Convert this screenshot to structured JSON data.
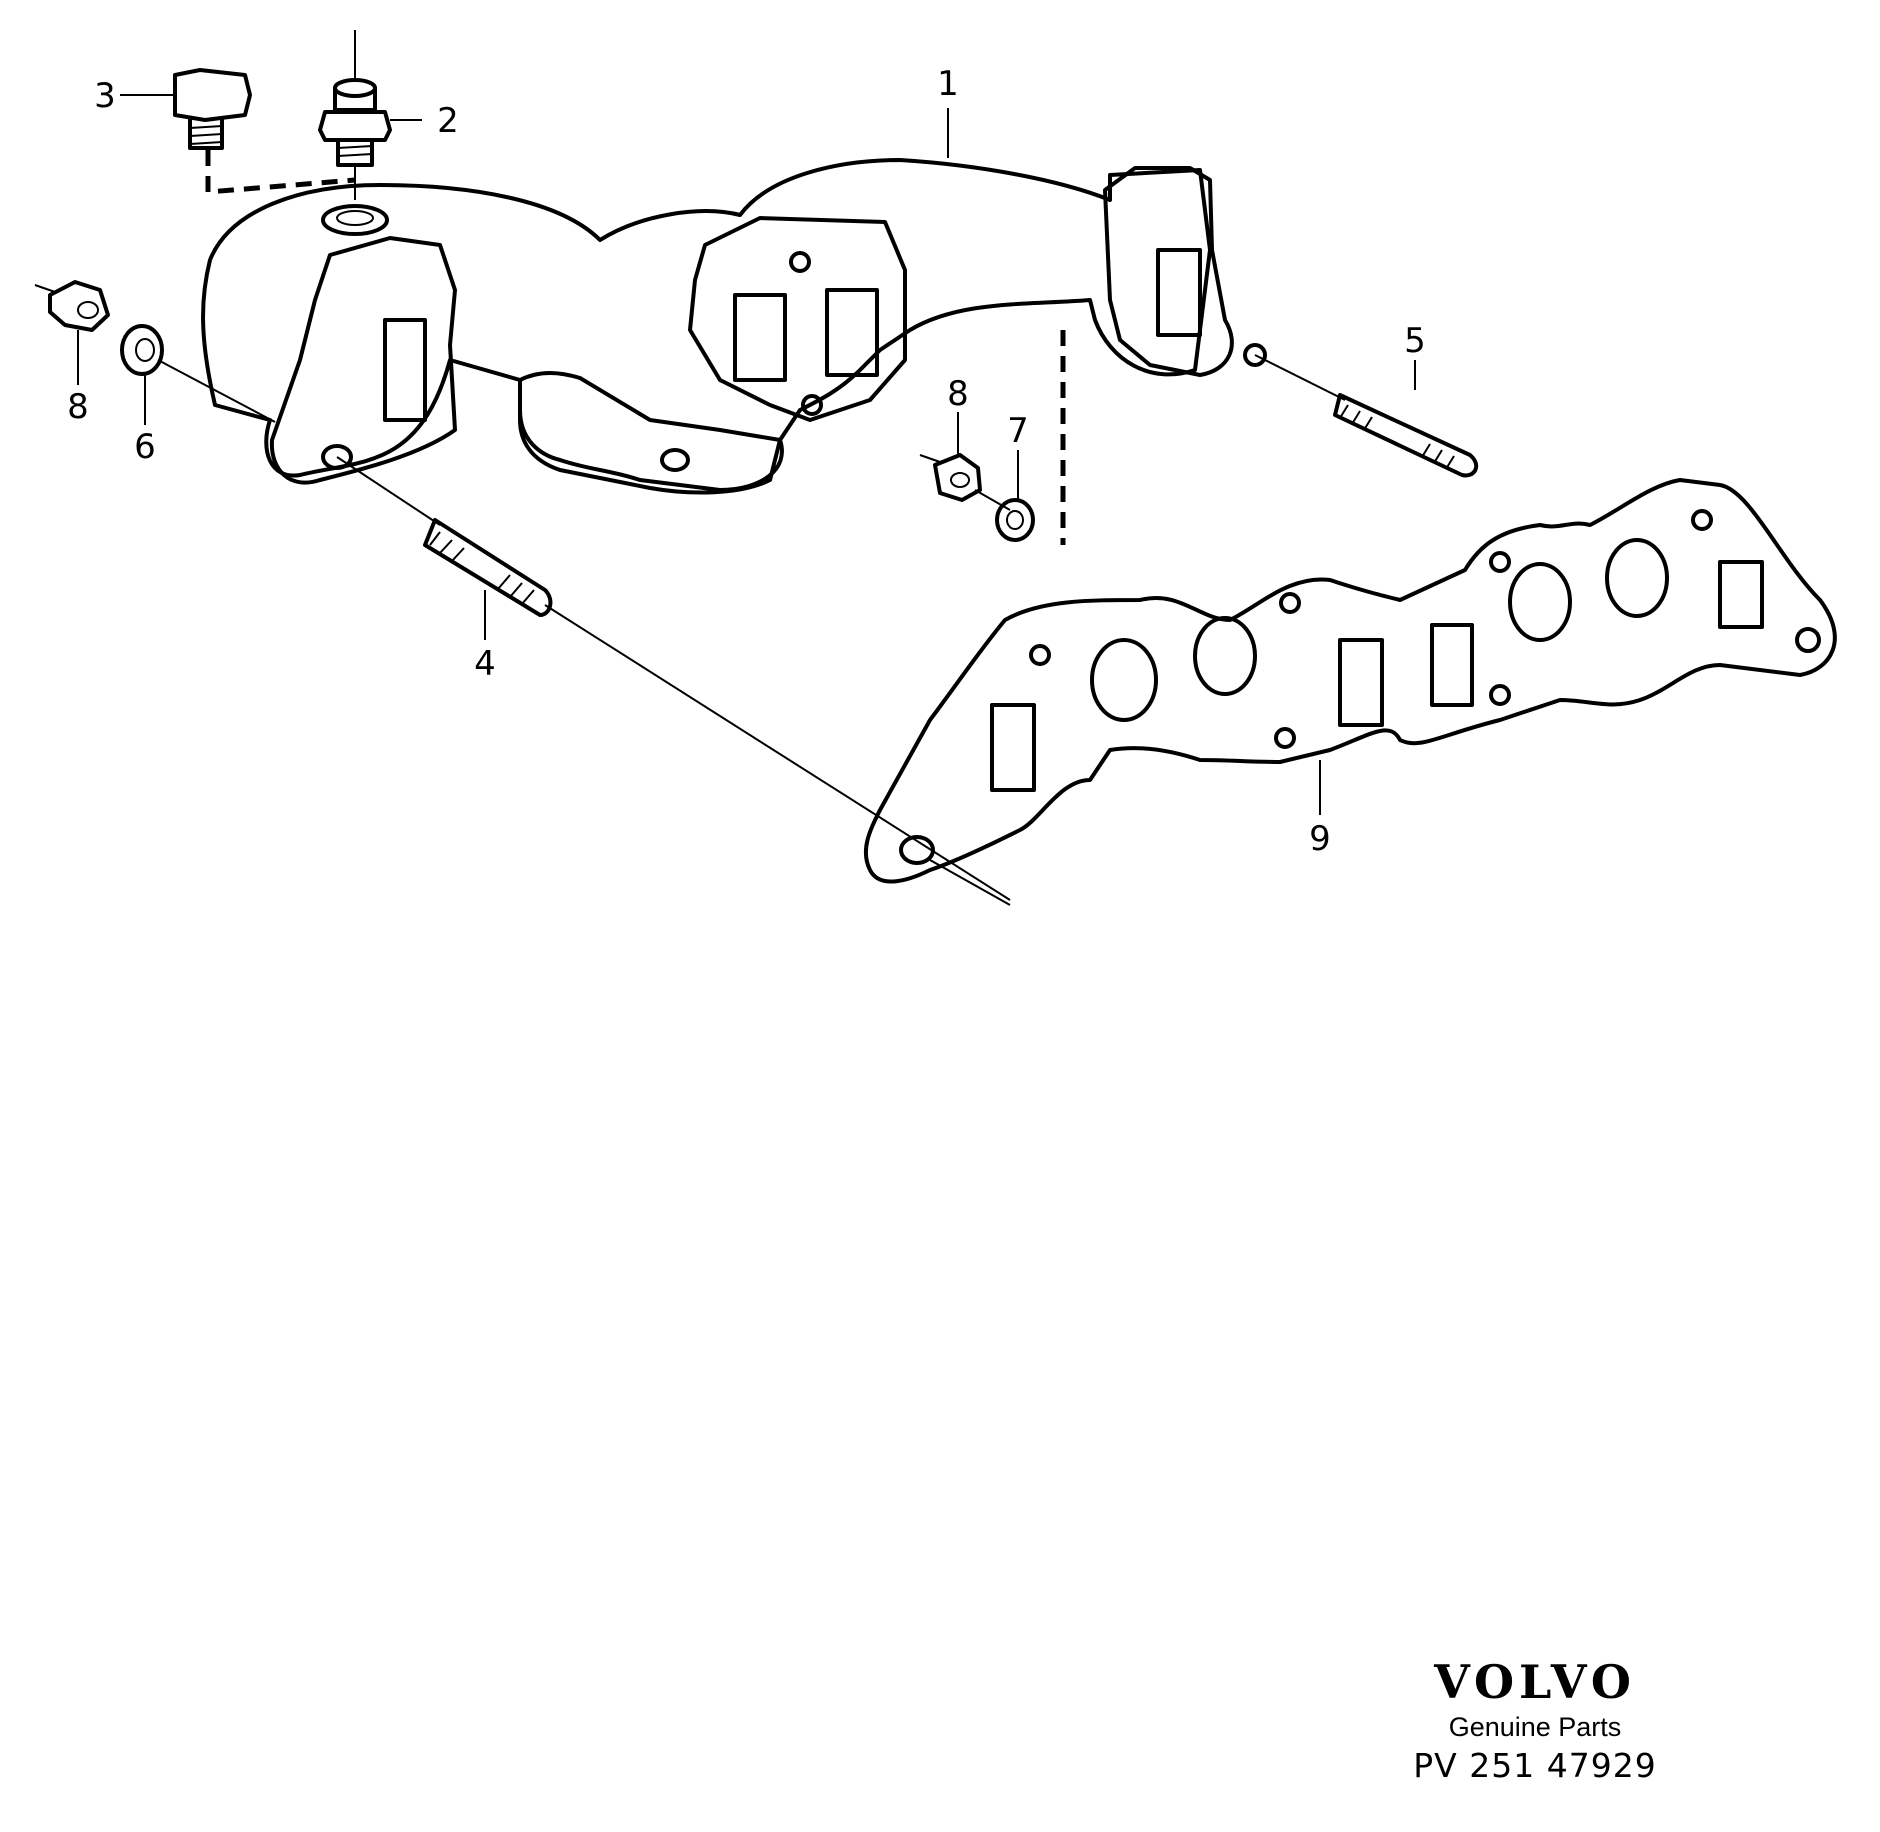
{
  "callouts": {
    "manifold": "1",
    "plug": "2",
    "cap_screw": "3",
    "stud_long": "4",
    "stud_short": "5",
    "washer_left": "6",
    "washer_right": "7",
    "nut_left": "8",
    "nut_right": "8",
    "gasket": "9"
  },
  "brand": {
    "logo": "VOLVO",
    "subtitle": "Genuine Parts",
    "code": "PV 251 47929"
  }
}
